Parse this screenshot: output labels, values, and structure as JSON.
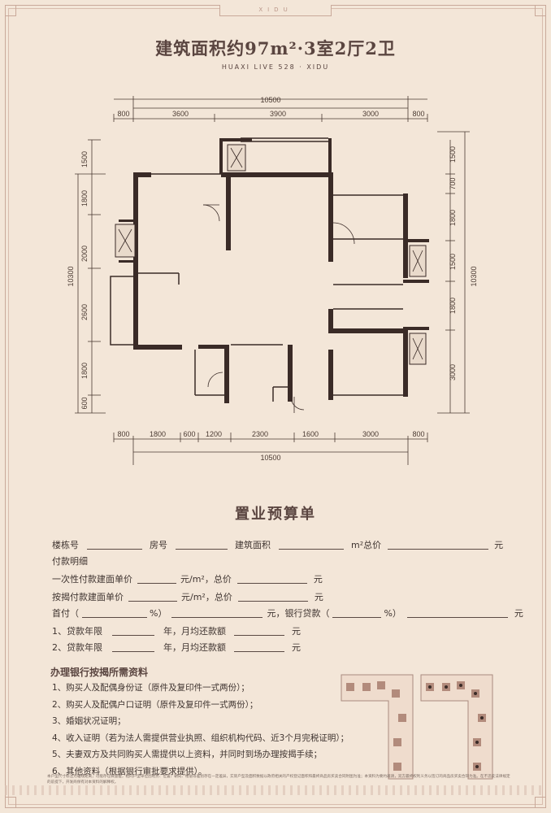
{
  "header": {
    "tab_text": "XIDU",
    "title": "建筑面积约97m²·3室2厅2卫",
    "subtitle": "HUAXI LIVE 528 · XIDU"
  },
  "dimensions": {
    "top_total": "10500",
    "top_segments": [
      "800",
      "3600",
      "3900",
      "3000",
      "800"
    ],
    "bottom_total": "10500",
    "bottom_segments": [
      "800",
      "1800",
      "600",
      "1200",
      "2300",
      "1600",
      "3000",
      "800"
    ],
    "left_total": "10300",
    "left_segments": [
      "1500",
      "1800",
      "2000",
      "2600",
      "1800",
      "600"
    ],
    "right_total": "10300",
    "right_segments": [
      "1500",
      "700",
      "1800",
      "1500",
      "1800",
      "3000"
    ]
  },
  "budget": {
    "title": "置业预算单",
    "row1": {
      "building": "楼栋号",
      "room": "房号",
      "area": "建筑面积",
      "unit": "m²",
      "total": "总价",
      "yuan": "元"
    },
    "row2": {
      "label": "付款明细"
    },
    "row3": {
      "label": "一次性付款建面单价",
      "unit": "元/m²，总价",
      "yuan": "元"
    },
    "row4": {
      "label": "按揭付款建面单价",
      "unit": "元/m²，总价",
      "yuan": "元"
    },
    "row5": {
      "label": "首付（",
      "pct": "%）",
      "mid": "元，银行贷款（",
      "pct2": "%）",
      "yuan": "元"
    },
    "row6": {
      "label": "1、贷款年限",
      "years": "年，月均还款额",
      "yuan": "元"
    },
    "row7": {
      "label": "2、贷款年限",
      "years": "年，月均还款额",
      "yuan": "元"
    }
  },
  "documents": {
    "title": "办理银行按揭所需资料",
    "items": [
      "1、购买人及配偶身份证（原件及复印件一式两份）；",
      "2、购买人及配偶户口证明（原件及复印件一式两份）；",
      "3、婚姻状况证明；",
      "4、收入证明（若为法人需提供营业执照、组织机构代码、近3个月完税证明）；",
      "5、夫妻双方及共同购买人需提供以上资料，并同时到场办理按揭手续；",
      "6、其他资料（根据银行审批要求提供）。"
    ]
  },
  "disclaimer": "本户型尺寸标注为轴线距离，可能存在微量差，相同户型单位因地势、位置、朝向、楼层等差别存在一定差异，实际户型及面积数据以政府相关的产权登记面积和最终商品房买卖合同附图为准；本资料为要约邀请，双方最终权利义务以签订的商品房买卖合同为准。在不违反法律规定的前提下，开发商保有对本资料的解释权。",
  "colors": {
    "background": "#f3e6d8",
    "wall": "#3a2b27",
    "accent": "#c9a99a"
  }
}
